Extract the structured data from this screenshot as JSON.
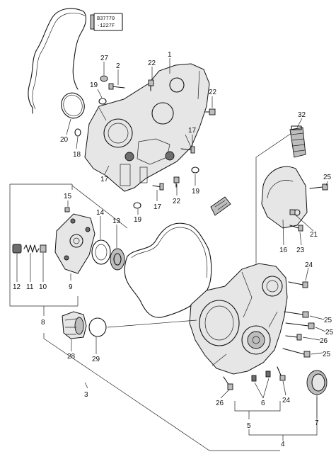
{
  "stamp": {
    "line1": "B37770",
    "line2": "-1227F"
  },
  "callouts": [
    "1",
    "2",
    "3",
    "4",
    "5",
    "6",
    "7",
    "8",
    "9",
    "10",
    "11",
    "12",
    "13",
    "14",
    "15",
    "16",
    "17",
    "18",
    "19",
    "20",
    "21",
    "22",
    "23",
    "24",
    "25",
    "26",
    "27",
    "28",
    "29",
    "32"
  ]
}
